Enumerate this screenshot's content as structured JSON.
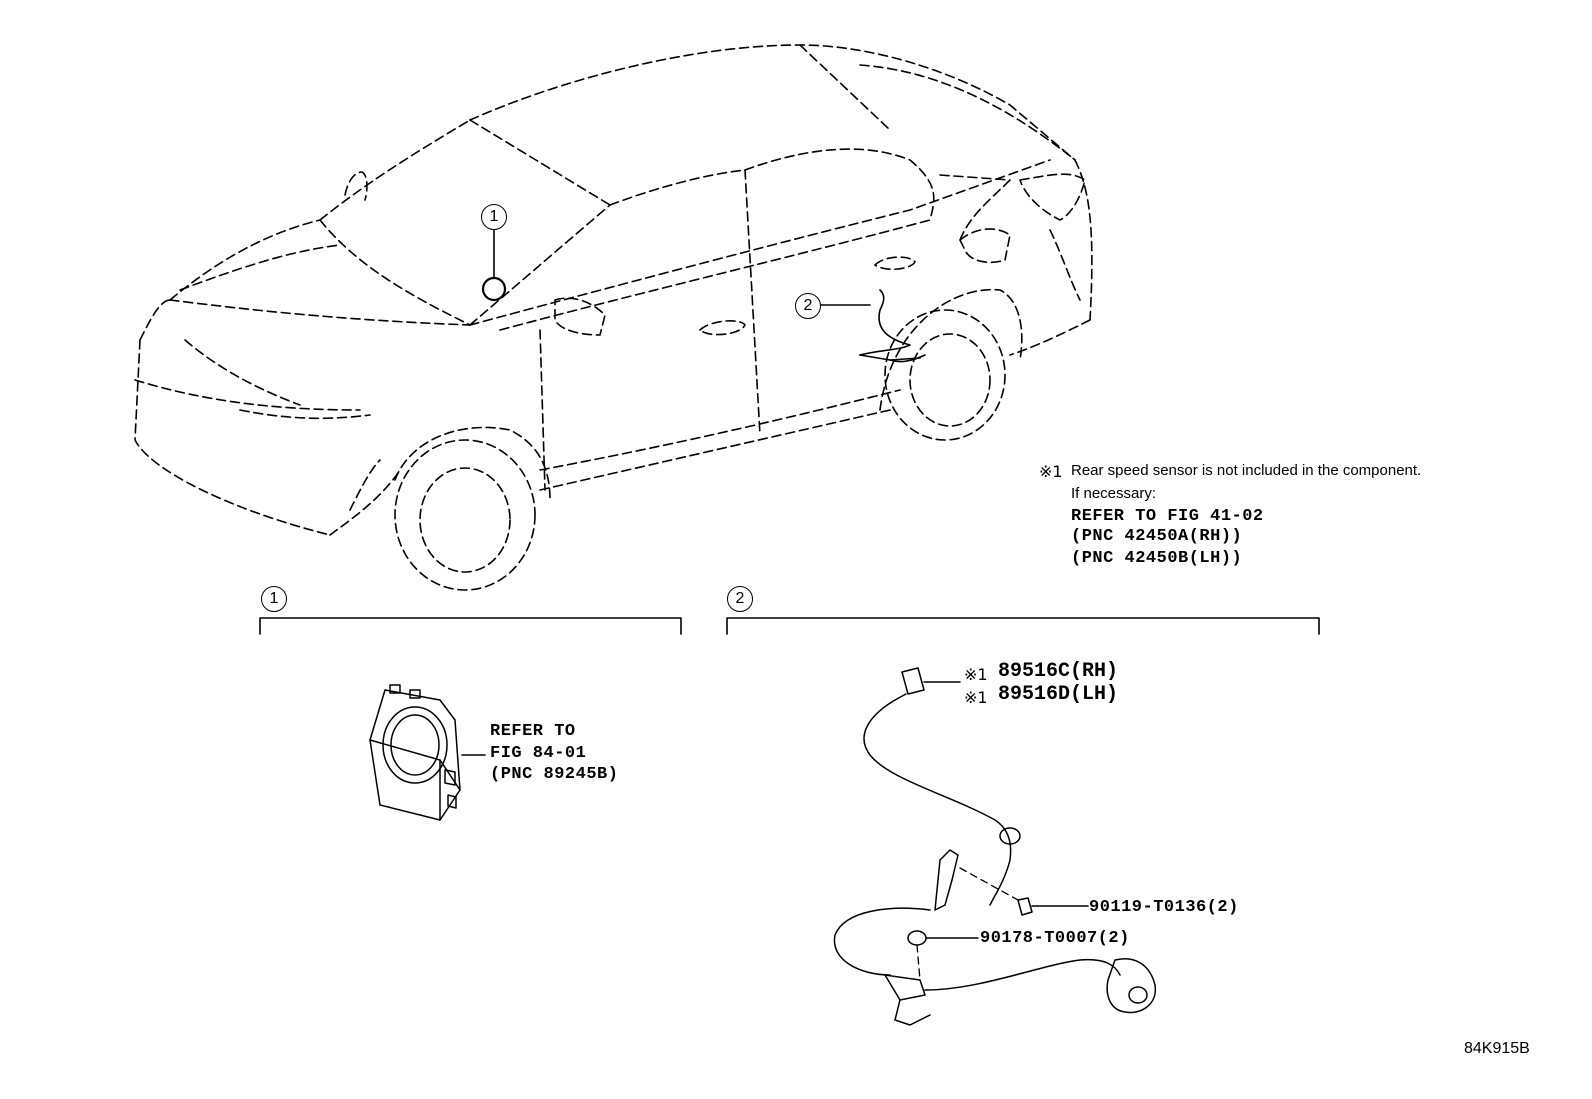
{
  "callouts": {
    "one": "1",
    "two": "2"
  },
  "note": {
    "mark": "※1",
    "line1": "Rear speed sensor is not included in the component.",
    "line2": "If necessary:",
    "line3": "REFER TO FIG 41-02",
    "line4": "(PNC 42450A(RH))",
    "line5": "(PNC 42450B(LH))"
  },
  "section1": {
    "ref_line1": "REFER TO",
    "ref_line2": "FIG 84-01",
    "ref_line3": "(PNC 89245B)"
  },
  "section2": {
    "mark": "※1",
    "part_rh": "89516C(RH)",
    "part_lh": "89516D(LH)",
    "bolt": "90119-T0136(2)",
    "clip": "90178-T0007(2)"
  },
  "figure_code": "84K915B"
}
